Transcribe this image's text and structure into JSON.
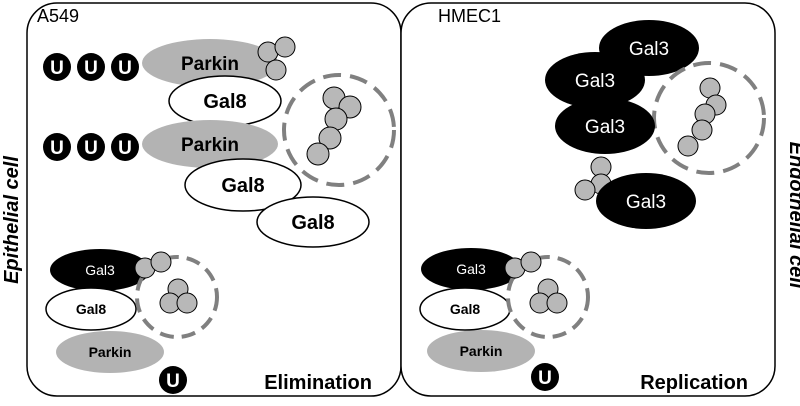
{
  "side_labels": {
    "left": "Epithelial cell",
    "right": "Endothelial cell"
  },
  "panels": [
    {
      "cell_line": "A549",
      "outcome": "Elimination",
      "proteins": {
        "parkin_1": "Parkin",
        "parkin_2": "Parkin",
        "parkin_small": "Parkin",
        "gal8_1": "Gal8",
        "gal8_2": "Gal8",
        "gal8_3": "Gal8",
        "gal8_small": "Gal8",
        "gal3_small": "Gal3"
      },
      "ubiquitin": [
        "U",
        "U",
        "U",
        "U",
        "U",
        "U",
        "U"
      ]
    },
    {
      "cell_line": "HMEC1",
      "outcome": "Replication",
      "proteins": {
        "gal3_1": "Gal3",
        "gal3_2": "Gal3",
        "gal3_3": "Gal3",
        "gal3_4": "Gal3",
        "gal3_small": "Gal3",
        "gal8_small": "Gal8",
        "parkin_small": "Parkin"
      },
      "ubiquitin": [
        "U"
      ]
    }
  ],
  "colors": {
    "black": "#000000",
    "parkin_gray": "#b3b3b3",
    "bead_gray": "#b8b8b8",
    "dash_gray": "#808080",
    "white": "#ffffff"
  }
}
